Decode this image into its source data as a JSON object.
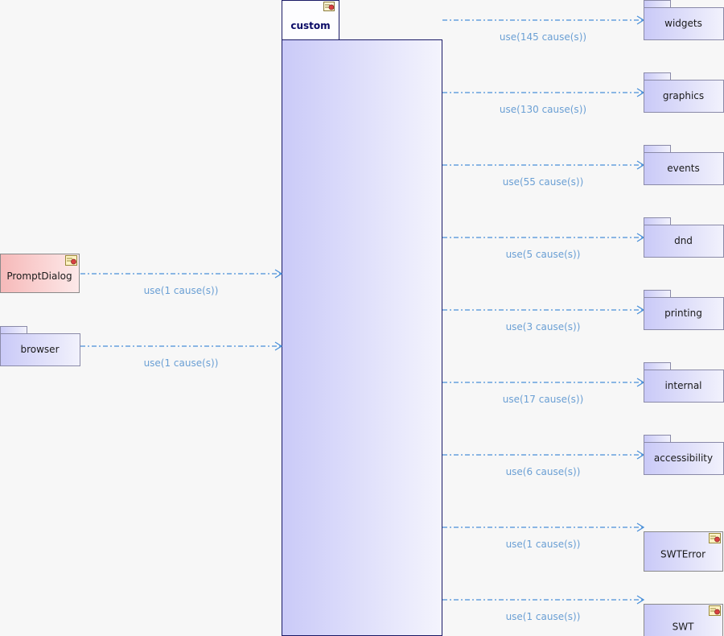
{
  "main_package": {
    "name": "custom",
    "icon": "class-icon"
  },
  "incoming": [
    {
      "name": "PromptDialog",
      "kind": "class",
      "color": "#f7c4c4",
      "dep": "use(1 cause(s))"
    },
    {
      "name": "browser",
      "kind": "package",
      "dep": "use(1 cause(s))"
    }
  ],
  "outgoing": [
    {
      "name": "widgets",
      "kind": "package",
      "dep": "use(145 cause(s))"
    },
    {
      "name": "graphics",
      "kind": "package",
      "dep": "use(130 cause(s))"
    },
    {
      "name": "events",
      "kind": "package",
      "dep": "use(55 cause(s))"
    },
    {
      "name": "dnd",
      "kind": "package",
      "dep": "use(5 cause(s))"
    },
    {
      "name": "printing",
      "kind": "package",
      "dep": "use(3 cause(s))"
    },
    {
      "name": "internal",
      "kind": "package",
      "dep": "use(17 cause(s))"
    },
    {
      "name": "accessibility",
      "kind": "package",
      "dep": "use(6 cause(s))"
    },
    {
      "name": "SWTError",
      "kind": "class",
      "dep": "use(1 cause(s))"
    },
    {
      "name": "SWT",
      "kind": "class",
      "dep": "use(1 cause(s))"
    }
  ]
}
